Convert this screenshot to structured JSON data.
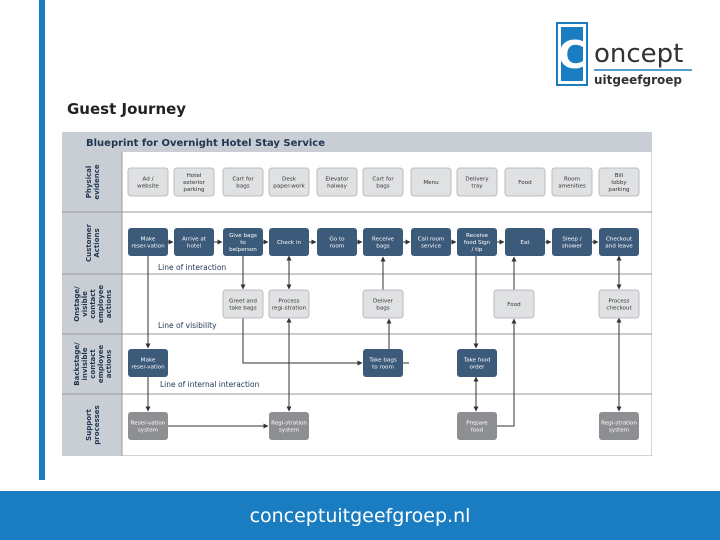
{
  "slide": {
    "title": "Guest Journey",
    "footer_url": "conceptuitgeefgroep.nl",
    "accent_color": "#1a7dc1"
  },
  "logo": {
    "letter": "C",
    "word": "oncept",
    "sub": "uitgeefgroep"
  },
  "blueprint": {
    "title": "Blueprint for Overnight Hotel Stay Service",
    "lanes": [
      {
        "label": "Physical evidence"
      },
      {
        "label": "Customer Actions"
      },
      {
        "label": "Onstage/ visible contact employee actions"
      },
      {
        "label": "Backstage/ invisible contact employee actions"
      },
      {
        "label": "Support processes"
      }
    ],
    "lines": {
      "interaction": "Line of interaction",
      "visibility": "Line of visibility",
      "internal": "Line of internal interaction"
    },
    "physical_evidence": [
      "Ad / website",
      "Hotel exterior parking",
      "Cart for bags",
      "Desk paper-work",
      "Elevator halway",
      "Cart for bags",
      "Menu",
      "Delivery tray",
      "Food",
      "Room amenities",
      "Bill lobby parking"
    ],
    "customer_actions": [
      "Make reser-vation",
      "Arrive at hotel",
      "Give bags to belperson",
      "Check in",
      "Go to room",
      "Receive bags",
      "Call room service",
      "Receive food Sign / tip",
      "Eat",
      "Sleep / shower",
      "Checkout and leave"
    ],
    "onstage": [
      "Greet and take bags",
      "Process regi-stration",
      "Deliver bags",
      "Food",
      "Process checkout"
    ],
    "backstage": [
      "Make reser-vation",
      "Take bags to room",
      "Take food order"
    ],
    "support": [
      "Reser-vation system",
      "Regi-stration system",
      "Prepare food",
      "Regi-stration system"
    ]
  }
}
